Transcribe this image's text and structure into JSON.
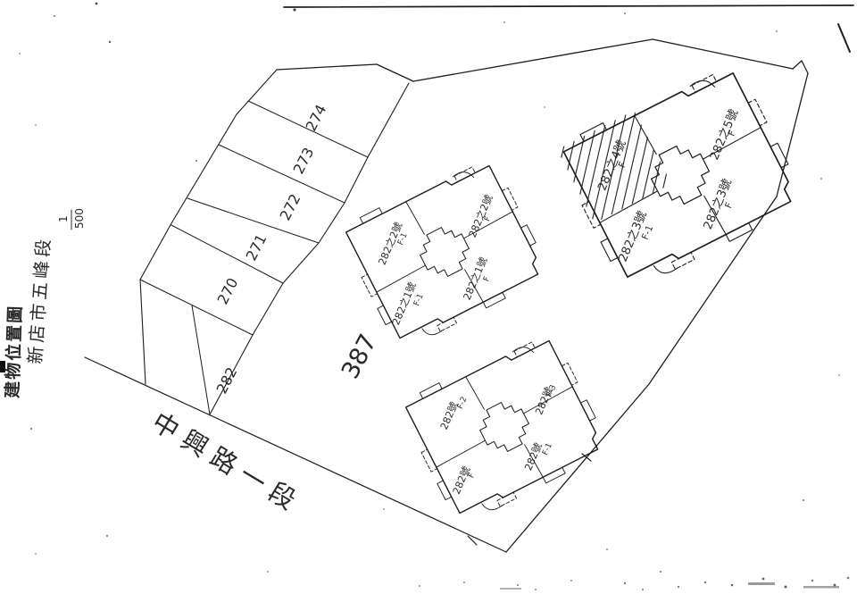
{
  "title": {
    "main": "建物位置圖",
    "section": "新店市五峰段",
    "scale_num": "1",
    "scale_den": "500"
  },
  "road_label": "中興路一段",
  "lot_number": "387",
  "parcels": [
    {
      "number": "274"
    },
    {
      "number": "273"
    },
    {
      "number": "272"
    },
    {
      "number": "271"
    },
    {
      "number": "270"
    },
    {
      "number": "282"
    }
  ],
  "buildings": [
    {
      "id": "building-1",
      "units": [
        {
          "address": "282之2號",
          "tag": "F-1"
        },
        {
          "address": "282之2號",
          "tag": "F"
        },
        {
          "address": "282之1號",
          "tag": "F-1"
        },
        {
          "address": "282之1號",
          "tag": "F"
        }
      ]
    },
    {
      "id": "building-2",
      "units": [
        {
          "address": "282之4號",
          "tag": "F",
          "hatched": true
        },
        {
          "address": "282之5號",
          "tag": "F"
        },
        {
          "address": "282之3號",
          "tag": "F-1"
        },
        {
          "address": "282之3號",
          "tag": "F"
        }
      ]
    },
    {
      "id": "building-3",
      "units": [
        {
          "address": "282號",
          "tag": "F-2"
        },
        {
          "address": "282號",
          "tag": "F-3"
        },
        {
          "address": "282號",
          "tag": "F"
        },
        {
          "address": "282號",
          "tag": "F-1"
        }
      ]
    }
  ],
  "colors": {
    "ink": "#1c1c1c",
    "paper": "#ffffff"
  }
}
